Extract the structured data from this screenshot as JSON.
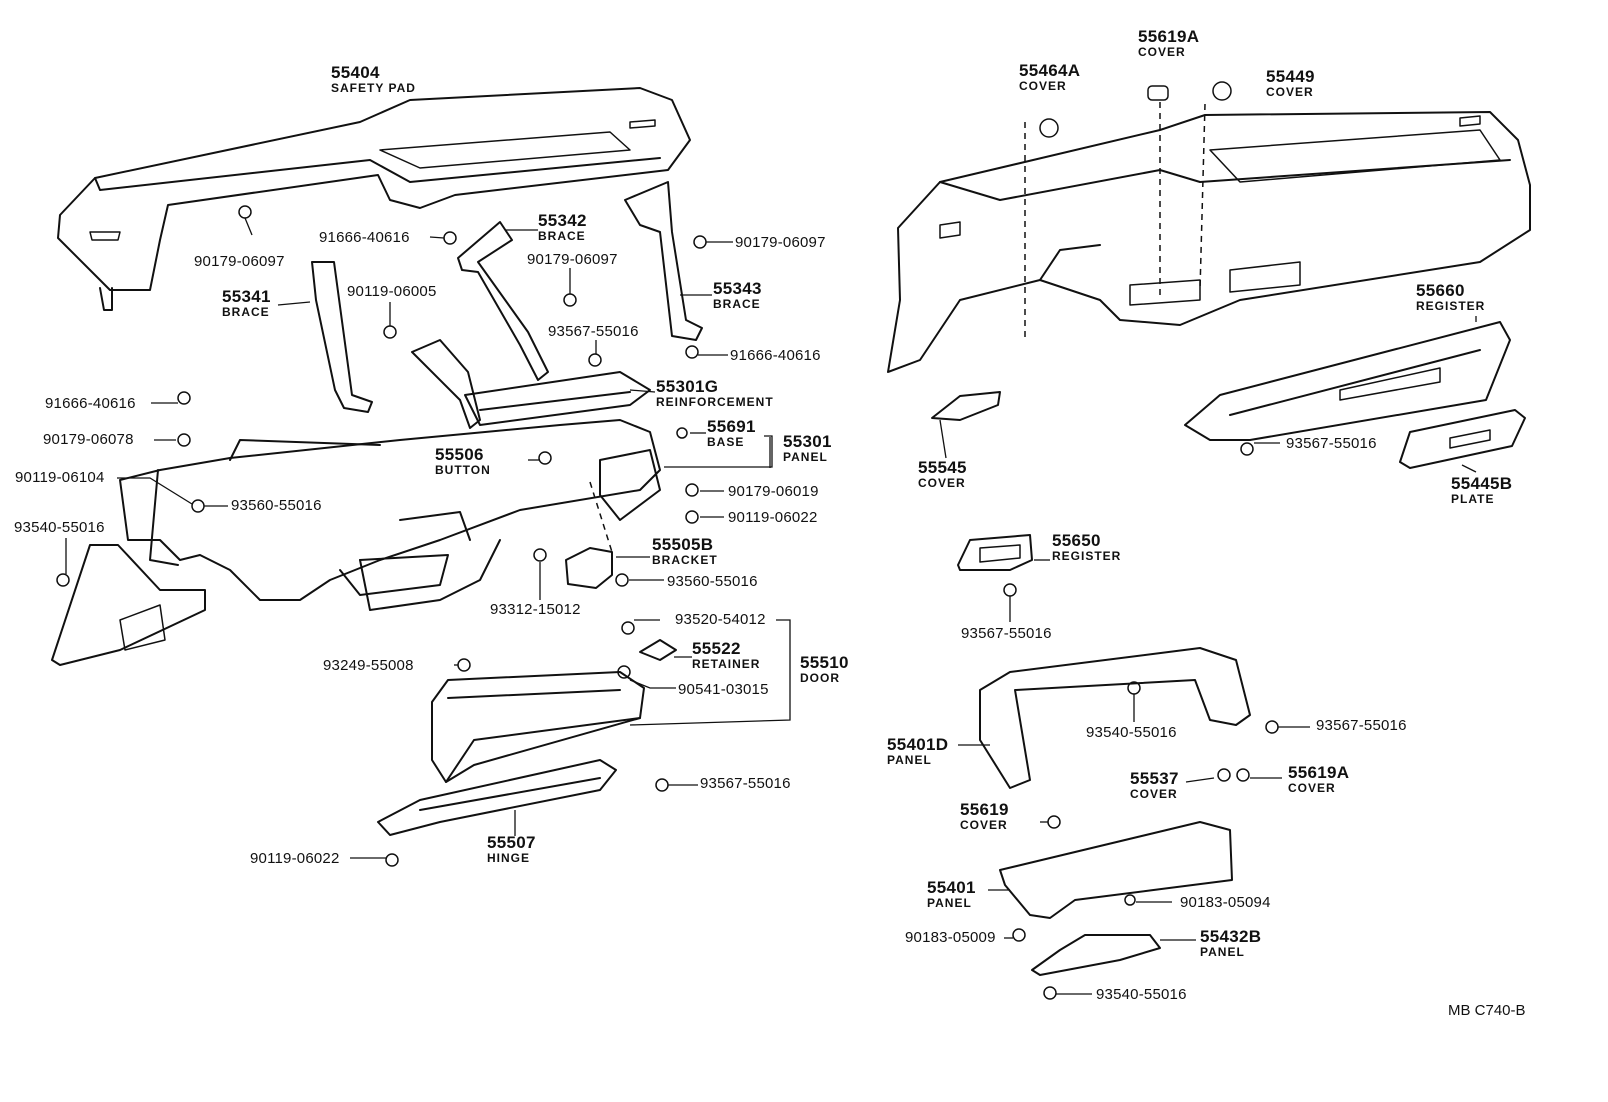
{
  "diagram_code": "MB  C740-B",
  "parts": [
    {
      "id": "p55404",
      "number": "55404",
      "desc": "SAFETY PAD"
    },
    {
      "id": "p55464A",
      "number": "55464A",
      "desc": "COVER"
    },
    {
      "id": "p55619A_top",
      "number": "55619A",
      "desc": "COVER"
    },
    {
      "id": "p55449",
      "number": "55449",
      "desc": "COVER"
    },
    {
      "id": "p90179_06097_a",
      "number": "90179-06097",
      "desc": ""
    },
    {
      "id": "p91666_40616_a",
      "number": "91666-40616",
      "desc": ""
    },
    {
      "id": "p55342",
      "number": "55342",
      "desc": "BRACE"
    },
    {
      "id": "p90179_06097_b",
      "number": "90179-06097",
      "desc": ""
    },
    {
      "id": "p90179_06097_c",
      "number": "90179-06097",
      "desc": ""
    },
    {
      "id": "p55341",
      "number": "55341",
      "desc": "BRACE"
    },
    {
      "id": "p90119_06005",
      "number": "90119-06005",
      "desc": ""
    },
    {
      "id": "p55343",
      "number": "55343",
      "desc": "BRACE"
    },
    {
      "id": "p93567_55016_a",
      "number": "93567-55016",
      "desc": ""
    },
    {
      "id": "p91666_40616_b",
      "number": "91666-40616",
      "desc": ""
    },
    {
      "id": "p55301G",
      "number": "55301G",
      "desc": "REINFORCEMENT"
    },
    {
      "id": "p91666_40616_c",
      "number": "91666-40616",
      "desc": ""
    },
    {
      "id": "p90179_06078",
      "number": "90179-06078",
      "desc": ""
    },
    {
      "id": "p55691",
      "number": "55691",
      "desc": "BASE"
    },
    {
      "id": "p55301",
      "number": "55301",
      "desc": "PANEL"
    },
    {
      "id": "p55506",
      "number": "55506",
      "desc": "BUTTON"
    },
    {
      "id": "p90119_06104",
      "number": "90119-06104",
      "desc": ""
    },
    {
      "id": "p93560_55016_a",
      "number": "93560-55016",
      "desc": ""
    },
    {
      "id": "p90179_06019",
      "number": "90179-06019",
      "desc": ""
    },
    {
      "id": "p90119_06022_a",
      "number": "90119-06022",
      "desc": ""
    },
    {
      "id": "p93540_55016_a",
      "number": "93540-55016",
      "desc": ""
    },
    {
      "id": "p55505B",
      "number": "55505B",
      "desc": "BRACKET"
    },
    {
      "id": "p93560_55016_b",
      "number": "93560-55016",
      "desc": ""
    },
    {
      "id": "p93312_15012",
      "number": "93312-15012",
      "desc": ""
    },
    {
      "id": "p93520_54012",
      "number": "93520-54012",
      "desc": ""
    },
    {
      "id": "p55522",
      "number": "55522",
      "desc": "RETAINER"
    },
    {
      "id": "p55510",
      "number": "55510",
      "desc": "DOOR"
    },
    {
      "id": "p93249_55008",
      "number": "93249-55008",
      "desc": ""
    },
    {
      "id": "p90541_03015",
      "number": "90541-03015",
      "desc": ""
    },
    {
      "id": "p93567_55016_b",
      "number": "93567-55016",
      "desc": ""
    },
    {
      "id": "p55507",
      "number": "55507",
      "desc": "HINGE"
    },
    {
      "id": "p90119_06022_b",
      "number": "90119-06022",
      "desc": ""
    },
    {
      "id": "p55660",
      "number": "55660",
      "desc": "REGISTER"
    },
    {
      "id": "p93567_55016_c",
      "number": "93567-55016",
      "desc": ""
    },
    {
      "id": "p55545",
      "number": "55545",
      "desc": "COVER"
    },
    {
      "id": "p55445B",
      "number": "55445B",
      "desc": "PLATE"
    },
    {
      "id": "p55650",
      "number": "55650",
      "desc": "REGISTER"
    },
    {
      "id": "p93567_55016_d",
      "number": "93567-55016",
      "desc": ""
    },
    {
      "id": "p93540_55016_b",
      "number": "93540-55016",
      "desc": ""
    },
    {
      "id": "p93567_55016_e",
      "number": "93567-55016",
      "desc": ""
    },
    {
      "id": "p55401D",
      "number": "55401D",
      "desc": "PANEL"
    },
    {
      "id": "p55537",
      "number": "55537",
      "desc": "COVER"
    },
    {
      "id": "p55619A_bot",
      "number": "55619A",
      "desc": "COVER"
    },
    {
      "id": "p55619",
      "number": "55619",
      "desc": "COVER"
    },
    {
      "id": "p55401",
      "number": "55401",
      "desc": "PANEL"
    },
    {
      "id": "p90183_05094",
      "number": "90183-05094",
      "desc": ""
    },
    {
      "id": "p90183_05009",
      "number": "90183-05009",
      "desc": ""
    },
    {
      "id": "p55432B",
      "number": "55432B",
      "desc": "PANEL"
    },
    {
      "id": "p93540_55016_c",
      "number": "93540-55016",
      "desc": ""
    }
  ]
}
